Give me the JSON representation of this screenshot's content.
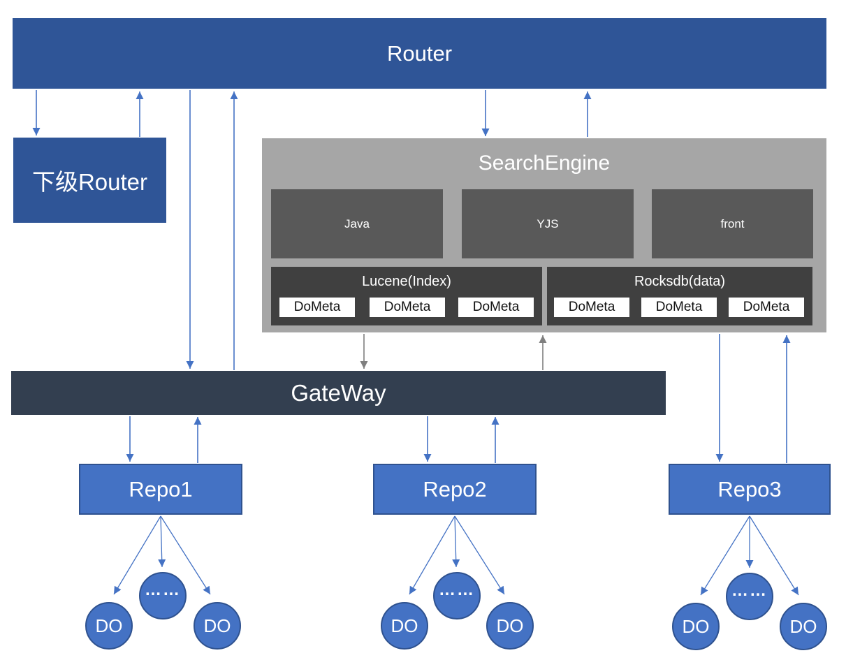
{
  "diagram": {
    "router": {
      "label": "Router"
    },
    "sub_router": {
      "label": "下级Router"
    },
    "search_engine": {
      "title": "SearchEngine",
      "modules": [
        "Java",
        "YJS",
        "front"
      ],
      "stores": [
        {
          "label": "Lucene(Index)",
          "items": [
            "DoMeta",
            "DoMeta",
            "DoMeta"
          ]
        },
        {
          "label": "Rocksdb(data)",
          "items": [
            "DoMeta",
            "DoMeta",
            "DoMeta"
          ]
        }
      ]
    },
    "gateway": {
      "label": "GateWay"
    },
    "repos": [
      {
        "label": "Repo1",
        "nodes": [
          "DO",
          "……",
          "DO"
        ]
      },
      {
        "label": "Repo2",
        "nodes": [
          "DO",
          "……",
          "DO"
        ]
      },
      {
        "label": "Repo3",
        "nodes": [
          "DO",
          "……",
          "DO"
        ]
      }
    ]
  },
  "colors": {
    "dark_blue": "#2F5597",
    "medium_blue": "#4472C4",
    "blue_border": "#2F528F",
    "gateway_navy": "#333F50",
    "panel_gray": "#A6A6A6",
    "module_gray": "#595959",
    "store_gray": "#404040",
    "arrow_blue": "#4472C4",
    "arrow_gray": "#7F7F7F"
  }
}
